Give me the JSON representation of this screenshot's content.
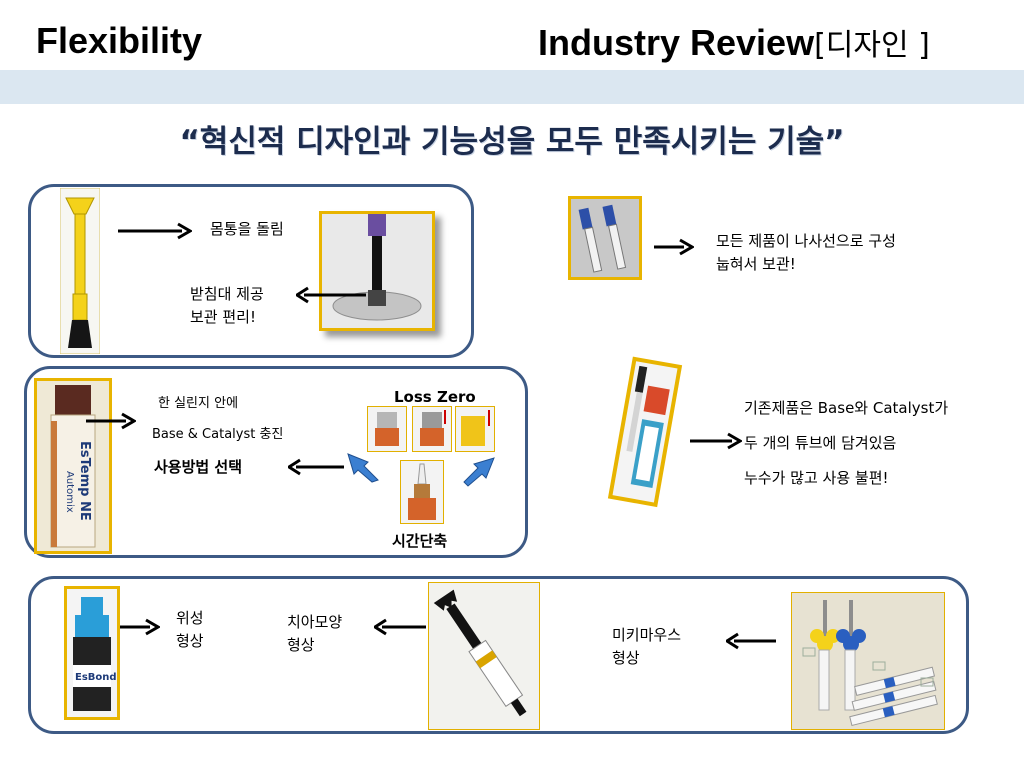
{
  "header": {
    "left_title": "Flexibility",
    "right_title": "Industry Review",
    "right_title_suffix": "[디자인 ]"
  },
  "subtitle": "“혁신적 디자인과 기능성을 모두 만족시키는 기술”",
  "panel1": {
    "label_rotate": "몸통을 돌림",
    "label_stand_line1": "받침대 제공",
    "label_stand_line2": "보관 편리!"
  },
  "panel2": {
    "syringe_brand": "EsTemp NE",
    "syringe_sub": "Automix",
    "line1": "한 실린지 안에",
    "line2": "Base & Catalyst 충진",
    "line3": "사용방법 선택",
    "loss_zero": "Loss Zero",
    "time_saving": "시간단축"
  },
  "panel3": {
    "bottle_brand": "EsBond",
    "label_hygiene_line1": "위성",
    "label_hygiene_line2": "형상",
    "label_tooth_line1": "치아모양",
    "label_tooth_line2": "형상",
    "label_mouse_line1": "미키마우스",
    "label_mouse_line2": "형상"
  },
  "right_top": {
    "line1": "모든 제품이 나사선으로 구성",
    "line2": "눕혀서 보관!"
  },
  "right_mid": {
    "line1": "기존제품은 Base와 Catalyst가",
    "line2": "두 개의 튜브에 담겨있음",
    "line3": "누수가 많고 사용 불편!"
  },
  "colors": {
    "panel_border": "#3d5a85",
    "band": "#dbe7f1",
    "subtitle": "#1c2c4e",
    "accent_arrow": "#3b7fd1"
  }
}
